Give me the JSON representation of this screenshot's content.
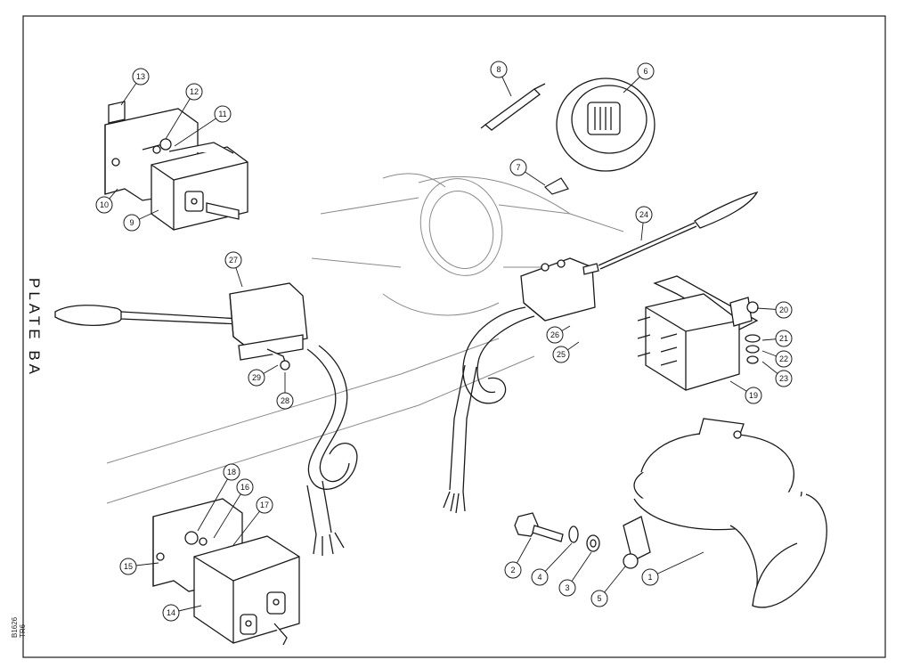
{
  "plate_label": "PLATE BA",
  "drawing_code": "B1626",
  "model_code": "TR6",
  "callouts": [
    {
      "num": "1"
    },
    {
      "num": "2"
    },
    {
      "num": "3"
    },
    {
      "num": "4"
    },
    {
      "num": "5"
    },
    {
      "num": "6"
    },
    {
      "num": "7"
    },
    {
      "num": "8"
    },
    {
      "num": "9"
    },
    {
      "num": "10"
    },
    {
      "num": "11"
    },
    {
      "num": "12"
    },
    {
      "num": "13"
    },
    {
      "num": "14"
    },
    {
      "num": "15"
    },
    {
      "num": "16"
    },
    {
      "num": "17"
    },
    {
      "num": "18"
    },
    {
      "num": "19"
    },
    {
      "num": "20"
    },
    {
      "num": "21"
    },
    {
      "num": "22"
    },
    {
      "num": "23"
    },
    {
      "num": "24"
    },
    {
      "num": "25"
    },
    {
      "num": "26"
    },
    {
      "num": "27"
    },
    {
      "num": "28"
    },
    {
      "num": "29"
    }
  ],
  "colors": {
    "line": "#1a1a1a",
    "faint": "#8a8a8a",
    "paper": "#ffffff"
  }
}
